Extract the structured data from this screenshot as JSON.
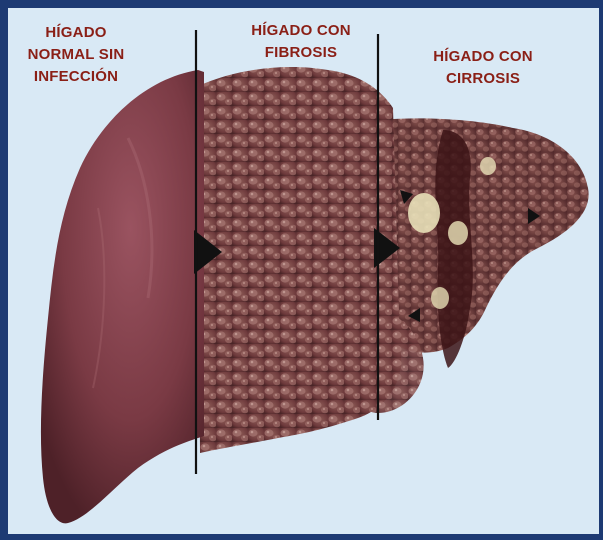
{
  "labels": {
    "normal": "HÍGADO\nNORMAL SIN\nINFECCIÓN",
    "fibrosis": "HÍGADO CON\nFIBROSIS",
    "cirrosis": "HÍGADO CON\nCIRROSIS"
  },
  "colors": {
    "background": "#d9e9f5",
    "border": "#1d3a73",
    "label_text": "#8a1f16",
    "liver_normal": "#7a3a44",
    "liver_fibrosis": "#6e3a3c",
    "liver_cirrosis": "#6a3234",
    "divider": "#111111"
  }
}
